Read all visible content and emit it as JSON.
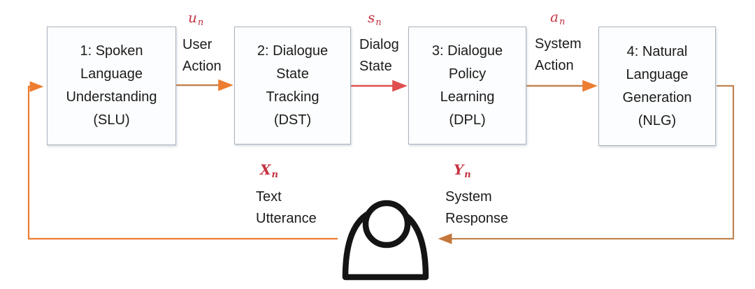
{
  "colors": {
    "math_red": "#C53241",
    "arrow_tan": "#C1834F",
    "arrow_orange": "#ED7D31",
    "arrow_red": "#E04F4F",
    "arrow_brown": "#C4763B",
    "box_border": "#AAB3BE",
    "box_fill": "#FCFDFE",
    "person_black": "#141414",
    "text_black": "#1B1B1B"
  },
  "boxes": [
    {
      "id": "slu",
      "text": "1: Spoken\nLanguage\nUnderstanding\n(SLU)"
    },
    {
      "id": "dst",
      "text": "2: Dialogue\nState\nTracking\n(DST)"
    },
    {
      "id": "dpl",
      "text": "3: Dialogue\nPolicy\nLearning\n(DPL)"
    },
    {
      "id": "nlg",
      "text": "4: Natural\nLanguage\nGeneration\n(NLG)"
    }
  ],
  "labels": {
    "user_action": {
      "symbol": "u",
      "subscript": "n",
      "caption": "User\nAction"
    },
    "dialog_state": {
      "symbol": "s",
      "subscript": "n",
      "caption": "Dialog\nState"
    },
    "system_action": {
      "symbol": "a",
      "subscript": "n",
      "caption": "System\nAction"
    },
    "text_utterance": {
      "symbol": "X",
      "subscript": "n",
      "caption": "Text\nUtterance"
    },
    "system_response": {
      "symbol": "Y",
      "subscript": "n",
      "caption": "System\nResponse"
    }
  }
}
